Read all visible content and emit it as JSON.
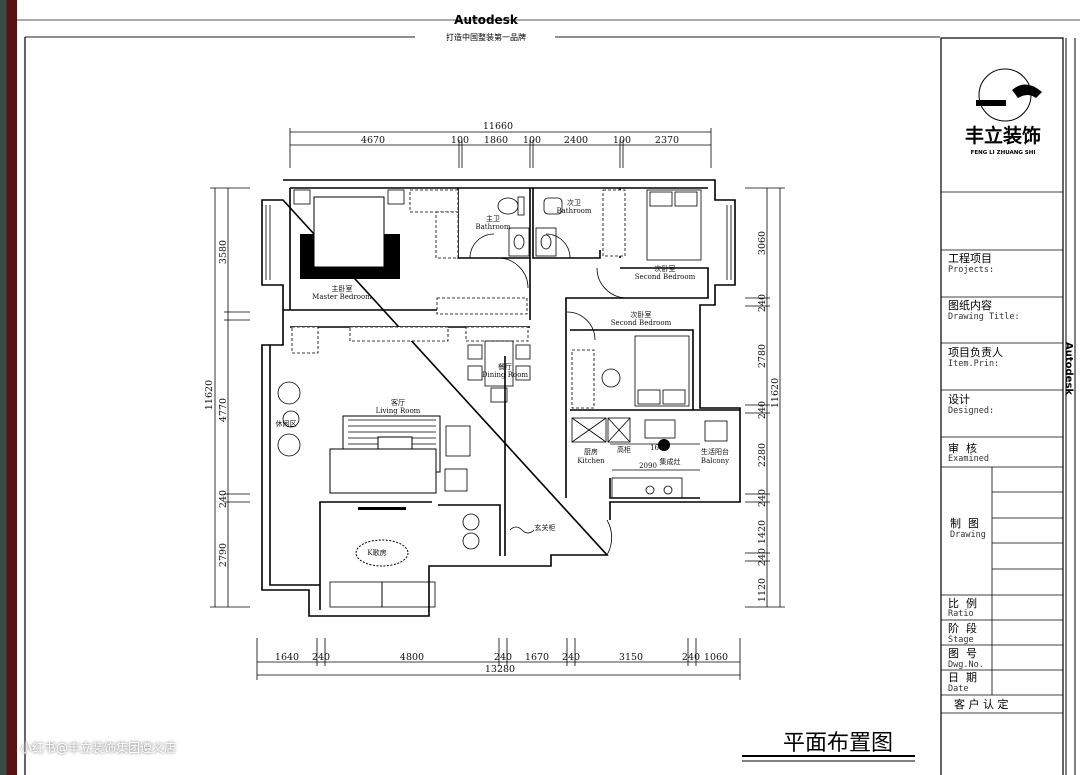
{
  "header": {
    "brand": "Autodesk",
    "slogan": "打造中国整装第一品牌"
  },
  "side_label": "Autodesk",
  "title_block": {
    "logo_cn": "丰立装饰",
    "logo_en": "FENG LI ZHUANG SHI",
    "rows": [
      {
        "cn": "工程项目",
        "en": "Projects:"
      },
      {
        "cn": "图纸内容",
        "en": "Drawing Title:"
      },
      {
        "cn": "项目负责人",
        "en": "Item.Prin:"
      },
      {
        "cn": "设计",
        "en": "Designed:"
      },
      {
        "cn": "审  核",
        "en": "Examined"
      },
      {
        "cn": "制  图",
        "en": "Drawing"
      },
      {
        "cn": "比  例",
        "en": "Ratio"
      },
      {
        "cn": "阶  段",
        "en": "Stage"
      },
      {
        "cn": "图  号",
        "en": "Dwg.No."
      },
      {
        "cn": "日  期",
        "en": "Date"
      }
    ],
    "client_confirm": "客 户 认 定"
  },
  "drawing_title": "平面布置图",
  "watermark": "小红书@丰立装饰集团遵义店",
  "dimensions": {
    "top_total": "11660",
    "top": [
      "4670",
      "100",
      "1860",
      "100",
      "2400",
      "100",
      "2370"
    ],
    "bottom_total": "13280",
    "bottom": [
      "1640",
      "240",
      "4800",
      "240",
      "1670",
      "240",
      "3150",
      "240",
      "1060"
    ],
    "left_total": "11620",
    "left": [
      "3580",
      "4770",
      "240",
      "2790"
    ],
    "right_total": "11620",
    "right": [
      "3060",
      "240",
      "2780",
      "240",
      "2280",
      "240",
      "1420",
      "240",
      "1120"
    ]
  },
  "rooms": {
    "master_bedroom": {
      "cn": "主卧室",
      "en": "Master Bedroom"
    },
    "master_bath": {
      "cn": "主卫",
      "en": "Bathroom"
    },
    "second_bath": {
      "cn": "次卫",
      "en": "Bathroom"
    },
    "second_bedroom_a": {
      "cn": "次卧室",
      "en": "Second Bedroom"
    },
    "second_bedroom_b": {
      "cn": "次卧室",
      "en": "Second Bedroom"
    },
    "dining": {
      "cn": "餐厅",
      "en": "Dining Room"
    },
    "living": {
      "cn": "客厅",
      "en": "Living Room"
    },
    "leisure": {
      "cn": "休闲区"
    },
    "ktv": {
      "cn": "K歌房"
    },
    "entry_cabinet": {
      "cn": "玄关柜"
    },
    "kitchen": {
      "cn": "厨房",
      "en": "Kitchen"
    },
    "tall_cabinet": {
      "cn": "高柜"
    },
    "stove": {
      "cn": "集成灶"
    },
    "kitchen_dim1": "1610",
    "kitchen_dim2": "2090",
    "balcony": {
      "cn": "生活阳台",
      "en": "Balcony"
    }
  }
}
